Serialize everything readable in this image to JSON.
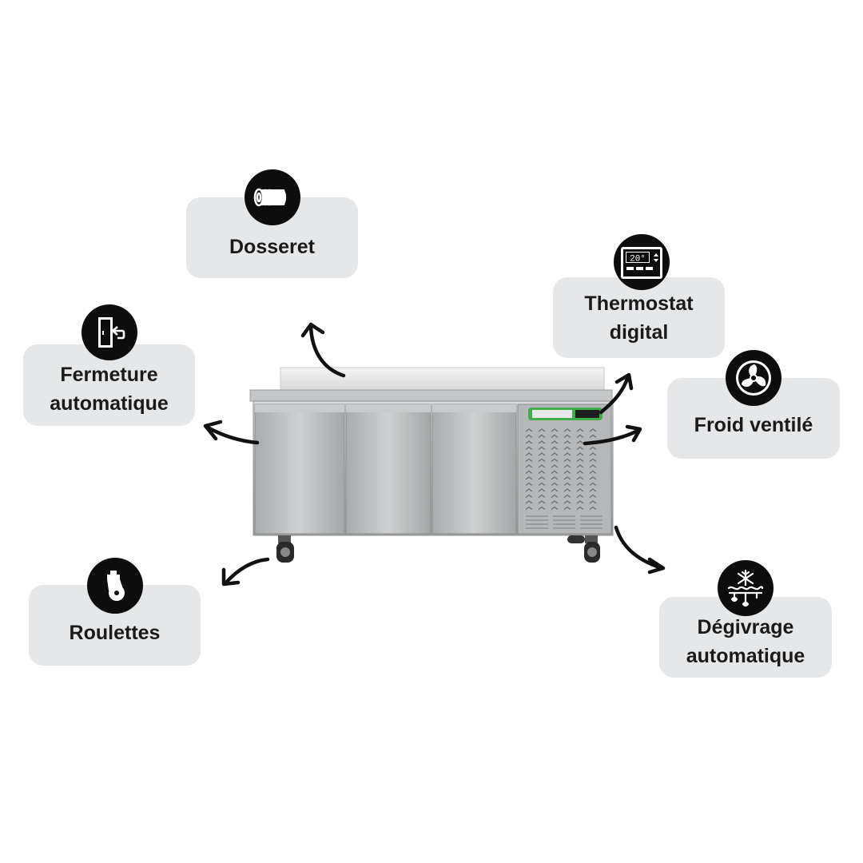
{
  "features": {
    "dosseret": {
      "label": "Dosseret",
      "icon": "backsplash-roll-icon"
    },
    "fermeture": {
      "label": "Fermeture\nautomatique",
      "icon": "self-closing-door-icon"
    },
    "thermostat": {
      "label": "Thermostat\ndigital",
      "icon": "digital-thermostat-icon",
      "display": "20°"
    },
    "froid": {
      "label": "Froid ventilé",
      "icon": "fan-icon"
    },
    "roulettes": {
      "label": "Roulettes",
      "icon": "caster-wheel-icon"
    },
    "degivrage": {
      "label": "Dégivrage\nautomatique",
      "icon": "defrost-snowflake-icon"
    }
  },
  "colors": {
    "card_background": "#e6e7e8",
    "icon_disc": "#0d0d0d",
    "text": "#1a1a1a",
    "steel": "#b8babb",
    "control_panel_accent": "#3fae49"
  }
}
